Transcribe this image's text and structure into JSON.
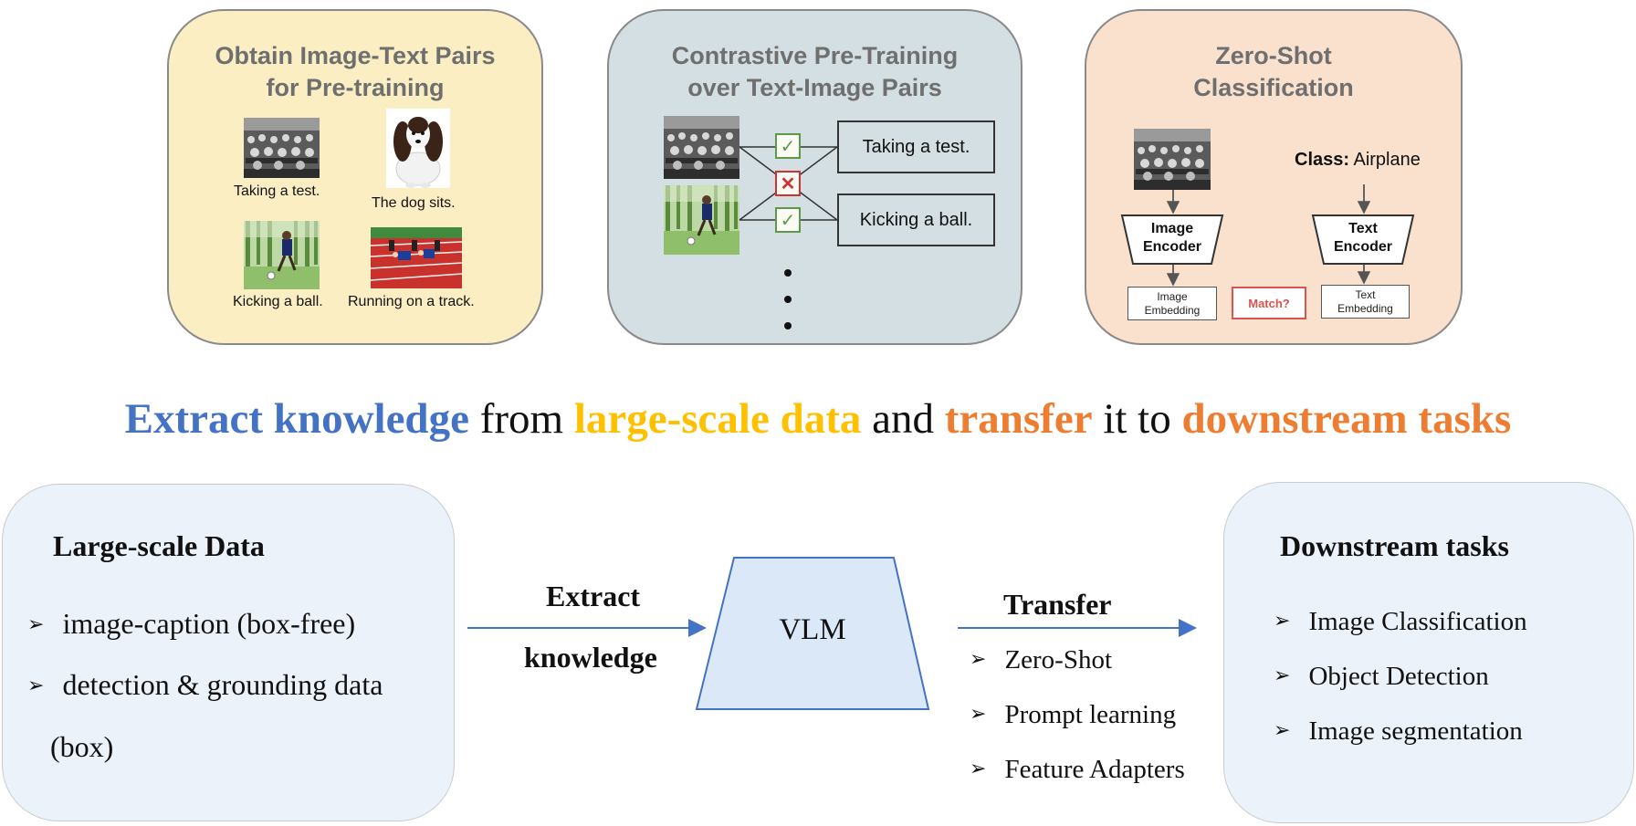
{
  "panels": {
    "pretrain_data": {
      "title_line1": "Obtain Image-Text Pairs",
      "title_line2": "for Pre-training",
      "captions": [
        "Taking a test.",
        "The dog sits.",
        "Kicking a ball.",
        "Running on a track."
      ]
    },
    "contrastive": {
      "title_line1": "Contrastive Pre-Training",
      "title_line2": "over Text-Image Pairs",
      "texts": [
        "Taking a test.",
        "Kicking a ball."
      ],
      "marks": [
        "✓",
        "✕",
        "✓"
      ]
    },
    "zero_shot": {
      "title_line1": "Zero-Shot",
      "title_line2": "Classification",
      "class_label": "Class:",
      "class_value": " Airplane",
      "image_encoder_l1": "Image",
      "image_encoder_l2": "Encoder",
      "text_encoder_l1": "Text",
      "text_encoder_l2": "Encoder",
      "image_embedding_l1": "Image",
      "image_embedding_l2": "Embedding",
      "text_embedding_l1": "Text",
      "text_embedding_l2": "Embedding",
      "match": "Match?"
    }
  },
  "headline": {
    "part1": "Extract knowledge",
    "part2": " from ",
    "part3": "large-scale data",
    "part4": " and ",
    "part5": "transfer",
    "part6": " it to ",
    "part7": "downstream tasks"
  },
  "large_scale": {
    "title": "Large-scale Data",
    "items": [
      "image-caption (box-free)",
      "detection & grounding data"
    ],
    "continuation": "(box)"
  },
  "extract": {
    "line1": "Extract",
    "line2": "knowledge"
  },
  "vlm": {
    "label": "VLM"
  },
  "transfer": {
    "title": "Transfer",
    "items": [
      "Zero-Shot",
      "Prompt learning",
      "Feature Adapters"
    ]
  },
  "downstream": {
    "title": "Downstream tasks",
    "items": [
      "Image Classification",
      "Object Detection",
      "Image segmentation"
    ]
  },
  "bullet_icon": "arrow-bullet-icon",
  "colors": {
    "blue": "#4472c4",
    "yellow": "#ffc000",
    "orange": "#ed7d31",
    "panel1_bg": "#fbeec3",
    "panel2_bg": "#d3dfe3",
    "panel3_bg": "#f9e1cd",
    "bottom_bg": "#ecf2f9",
    "vlm_fill": "#dae8f7"
  }
}
